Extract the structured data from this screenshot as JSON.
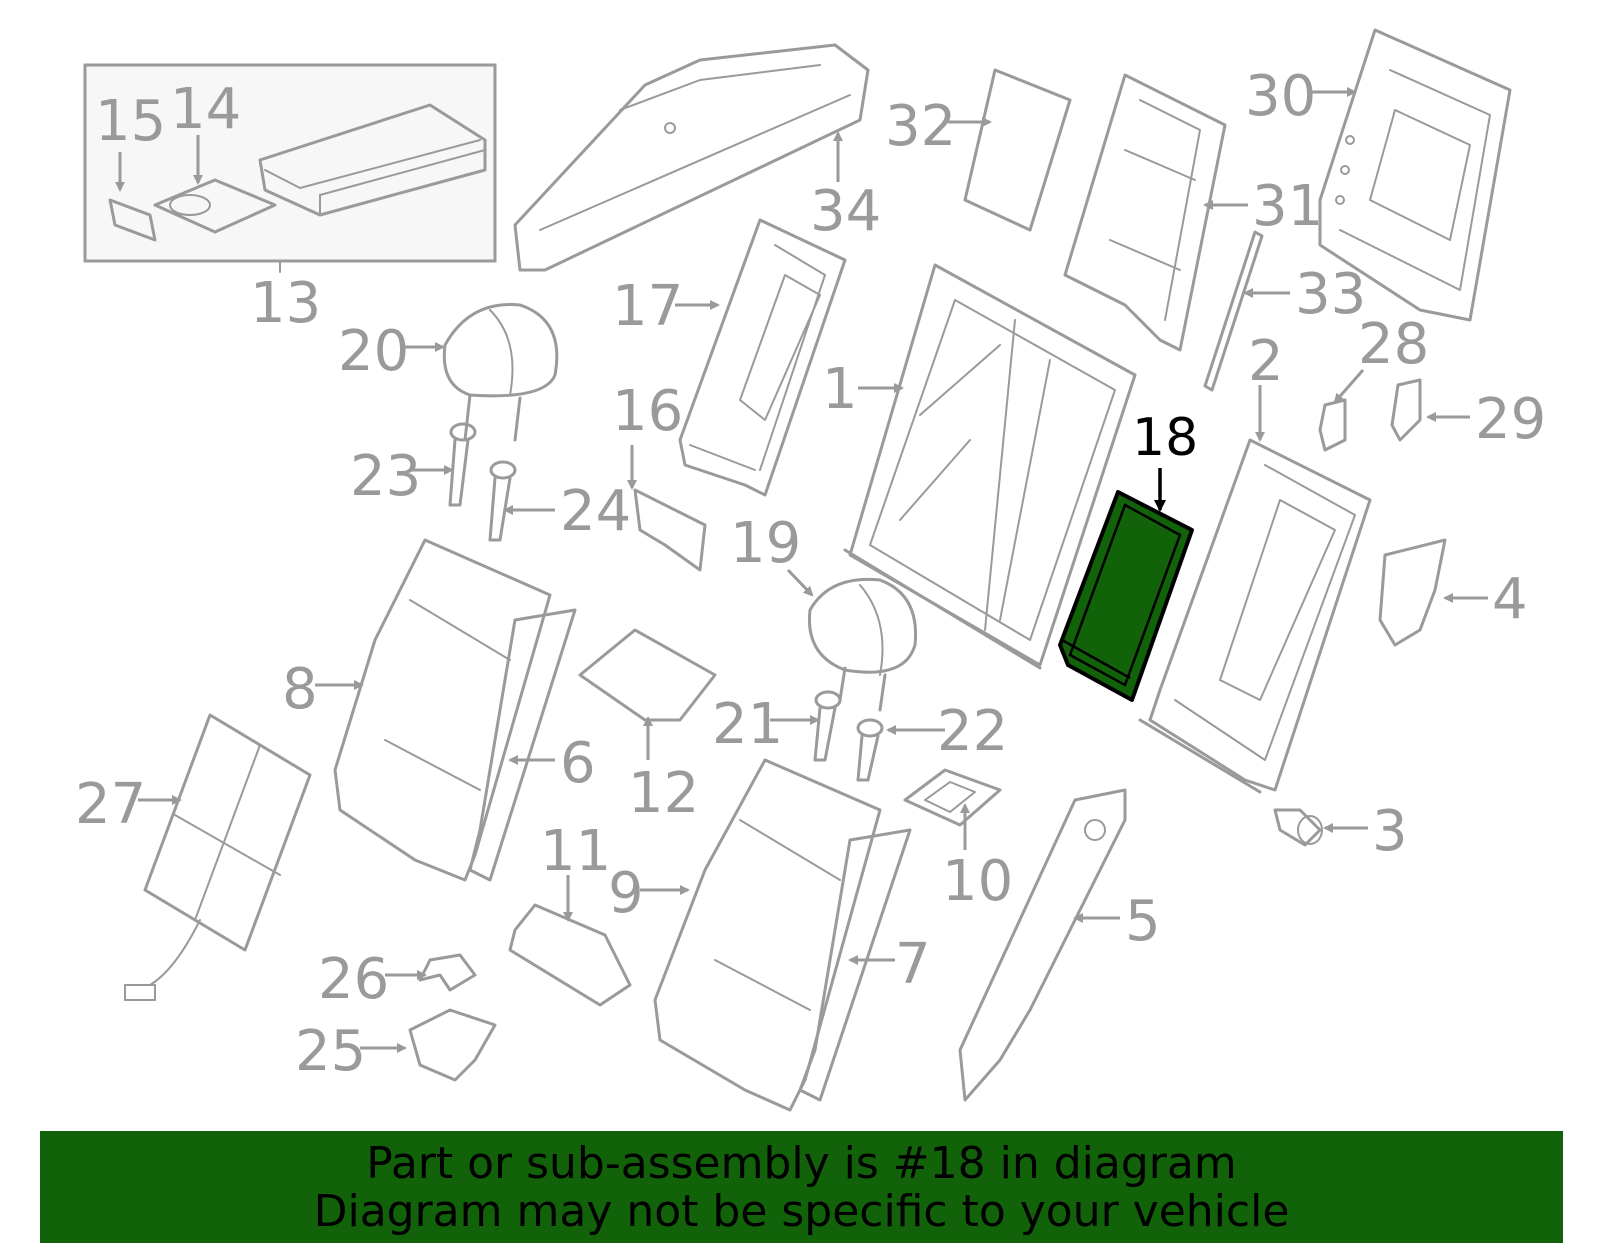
{
  "diagram": {
    "highlight_color": "#12620a",
    "part_color": "#9a9a9a",
    "highlighted_part": "18",
    "callouts": [
      {
        "id": "1",
        "label": "1"
      },
      {
        "id": "2",
        "label": "2"
      },
      {
        "id": "3",
        "label": "3"
      },
      {
        "id": "4",
        "label": "4"
      },
      {
        "id": "5",
        "label": "5"
      },
      {
        "id": "6",
        "label": "6"
      },
      {
        "id": "7",
        "label": "7"
      },
      {
        "id": "8",
        "label": "8"
      },
      {
        "id": "9",
        "label": "9"
      },
      {
        "id": "10",
        "label": "10"
      },
      {
        "id": "11",
        "label": "11"
      },
      {
        "id": "12",
        "label": "12"
      },
      {
        "id": "13",
        "label": "13"
      },
      {
        "id": "14",
        "label": "14"
      },
      {
        "id": "15",
        "label": "15"
      },
      {
        "id": "16",
        "label": "16"
      },
      {
        "id": "17",
        "label": "17"
      },
      {
        "id": "18",
        "label": "18"
      },
      {
        "id": "19",
        "label": "19"
      },
      {
        "id": "20",
        "label": "20"
      },
      {
        "id": "21",
        "label": "21"
      },
      {
        "id": "22",
        "label": "22"
      },
      {
        "id": "23",
        "label": "23"
      },
      {
        "id": "24",
        "label": "24"
      },
      {
        "id": "25",
        "label": "25"
      },
      {
        "id": "26",
        "label": "26"
      },
      {
        "id": "27",
        "label": "27"
      },
      {
        "id": "28",
        "label": "28"
      },
      {
        "id": "29",
        "label": "29"
      },
      {
        "id": "30",
        "label": "30"
      },
      {
        "id": "31",
        "label": "31"
      },
      {
        "id": "32",
        "label": "32"
      },
      {
        "id": "33",
        "label": "33"
      },
      {
        "id": "34",
        "label": "34"
      }
    ]
  },
  "banner": {
    "line1": "Part or sub-assembly is #18 in diagram",
    "line2": "Diagram may not be specific to your vehicle"
  }
}
